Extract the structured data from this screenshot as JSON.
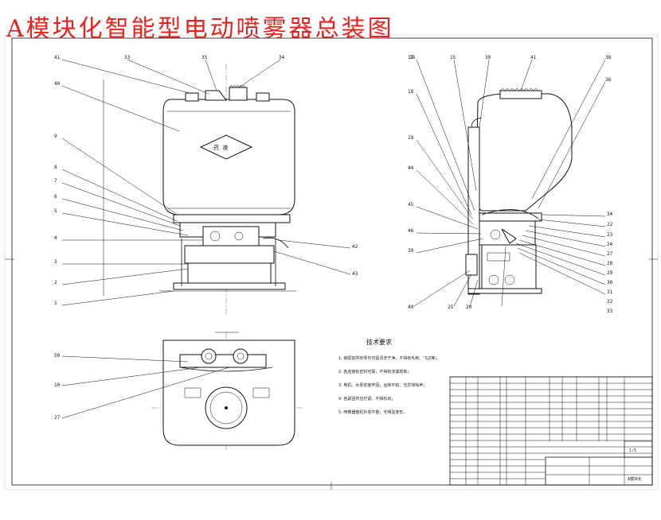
{
  "title": "A模块化智能型电动喷雾器总装图",
  "front_callouts_left": [
    "41",
    "40",
    "9",
    "8",
    "7",
    "6",
    "5",
    "4",
    "3",
    "2",
    "1"
  ],
  "front_callouts_top": [
    "33",
    "35",
    "34"
  ],
  "front_callouts_right": [
    "42",
    "43"
  ],
  "side_callouts_top": [
    "16",
    "15",
    "39",
    "41",
    "38",
    "36"
  ],
  "side_callouts_left": [
    "17",
    "18",
    "19",
    "44",
    "45",
    "46",
    "39"
  ],
  "side_callouts_right": [
    "34",
    "22",
    "23",
    "24",
    "27",
    "28",
    "29",
    "30",
    "31",
    "32",
    "33"
  ],
  "side_callouts_bottom": [
    "49",
    "25",
    "20"
  ],
  "plan_callouts": [
    "50",
    "10",
    "27"
  ],
  "tank_label": "药 液",
  "notes": {
    "title": "技术要求",
    "lines": [
      "1. 装配前所有零件均需清洗干净，不得有毛刺、飞边等；",
      "2. 各连接处密封可靠，不得有渗漏现象；",
      "3. 电机、水泵安装牢固，运转平稳，无异常噪声；",
      "4. 各紧固件应拧紧，不得松动；",
      "5. 喷雾器整机外观平整，无明显变形。"
    ]
  },
  "title_block": {
    "drawing_no": "A模块化",
    "sheet": "1:5"
  }
}
